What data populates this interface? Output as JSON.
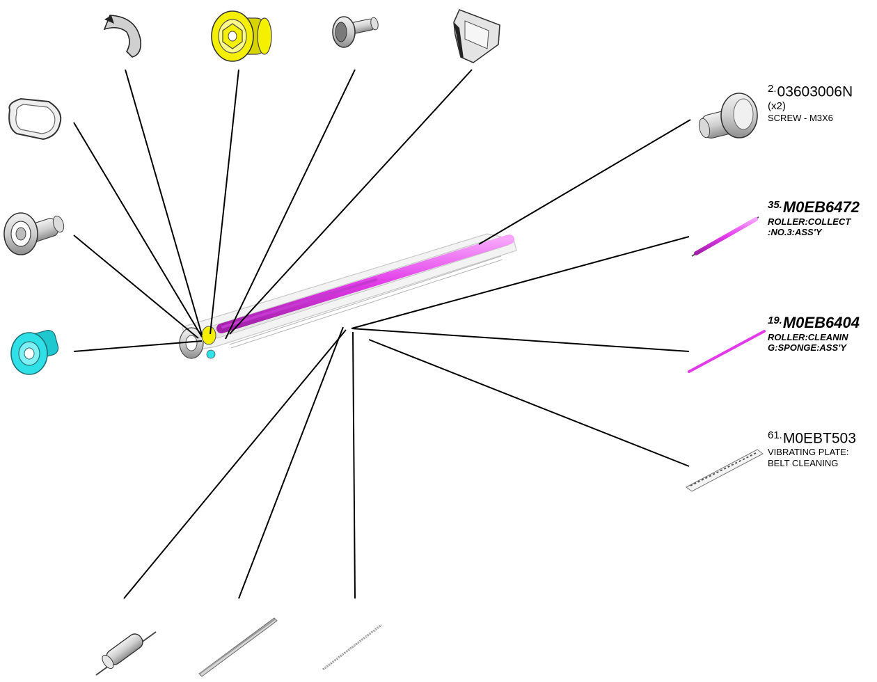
{
  "callouts": [
    {
      "index": "2.",
      "part_number": "03603006N",
      "qty": "(x2)",
      "description": [
        "SCREW - M3X6"
      ],
      "style": "normal"
    },
    {
      "index": "35.",
      "part_number": "M0EB6472",
      "qty": "",
      "description": [
        "ROLLER:COLLECT",
        ":NO.3:ASS'Y"
      ],
      "style": "bold"
    },
    {
      "index": "19.",
      "part_number": "M0EB6404",
      "qty": "",
      "description": [
        "ROLLER:CLEANIN",
        "G:SPONGE:ASS'Y"
      ],
      "style": "bold"
    },
    {
      "index": "61.",
      "part_number": "M0EBT503",
      "qty": "",
      "description": [
        "VIBRATING PLATE:",
        "BELT CLEANING"
      ],
      "style": "normal"
    }
  ],
  "part_icons": [
    "belt-ring-icon",
    "c-clip-icon",
    "yellow-gear-icon",
    "flange-bushing-icon",
    "wedge-bracket-icon",
    "pulley-collar-icon",
    "cyan-bushing-icon",
    "screw-icon",
    "magenta-roller-collect-icon",
    "magenta-roller-sponge-icon",
    "vibrating-plate-icon",
    "shaft-roller-icon",
    "rod-icon",
    "spring-icon"
  ],
  "colors": {
    "magenta": "#e23ae8",
    "yellow": "#f4f000",
    "cyan": "#2fe0e6",
    "gray_light": "#d8d8d8",
    "gray_mid": "#9a9a9a",
    "line": "#000000"
  }
}
